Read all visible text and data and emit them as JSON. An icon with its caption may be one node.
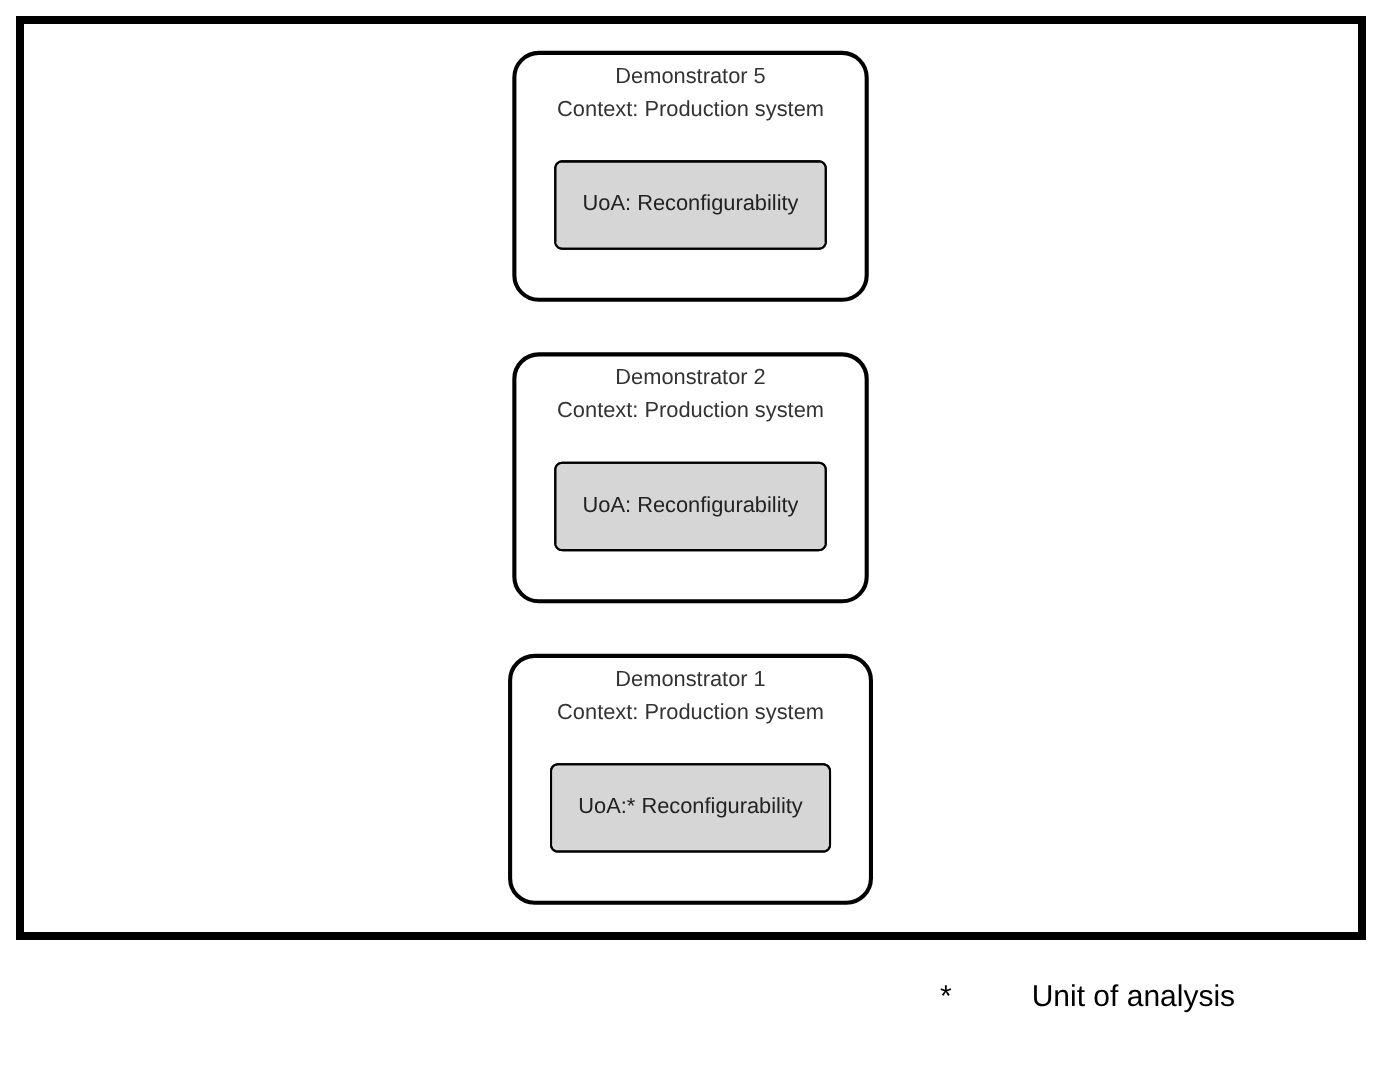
{
  "diagram": {
    "nodes": [
      {
        "text": [
          "Demonstrator 1",
          "Context: Production system"
        ]
      },
      {
        "text": [
          "UoA:* Reconfigurability"
        ],
        "in": 0
      },
      {
        "text": [
          "Demonstrator 2",
          "Context: Production system"
        ]
      },
      {
        "text": [
          "UoA: Reconfigurability"
        ],
        "in": 2
      },
      {
        "text": [
          "Demonstrator 5",
          "Context: Production system"
        ]
      },
      {
        "text": [
          "UoA: Reconfigurability"
        ],
        "in": 4
      }
    ],
    "labels": [
      "*",
      "Unit of analysis"
    ]
  }
}
